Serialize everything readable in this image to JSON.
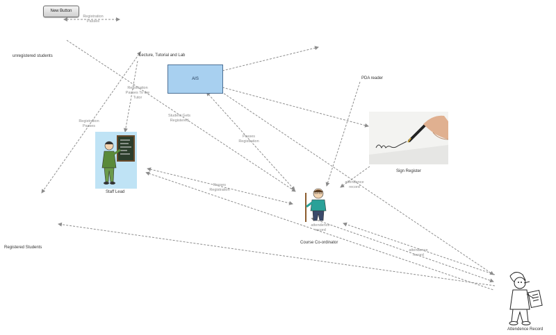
{
  "button": {
    "label": "New Button"
  },
  "nodes": {
    "unregistered": "unregistered students",
    "lecture": "Lecture, Tutorial and Lab",
    "ais": "AIS",
    "pda": "PDA reader",
    "sign": "Sign Register",
    "staff": "Staff Lead",
    "coordinator": "Course Co-ordinator",
    "registered": "Registered Students",
    "attendance": "Attendence Record"
  },
  "edge_labels": {
    "reg_passes_top": "Registration\nPasses",
    "reg_passes_tutor": "Registration\nPasses To the\nTutor",
    "reg_passes_left": "Registration\nPasses",
    "student_gets": "Student Gets\nRegistered",
    "passes_reg_ais": "Passes\nRegistration",
    "passes_reg_staff": "Passes\nRegistration",
    "att_sign": "attendence\nrecord",
    "att_coord": "attendence\nrecord",
    "att_right": "attendence\nrecord"
  },
  "colors": {
    "edge": "#8c8c8c",
    "ais_fill": "#a8d0f0",
    "ais_border": "#4a6f95"
  },
  "icons": [
    "teacher-at-chalkboard-icon",
    "coordinator-with-pointer-icon",
    "hand-signing-icon",
    "inspector-with-clipboard-icon"
  ]
}
